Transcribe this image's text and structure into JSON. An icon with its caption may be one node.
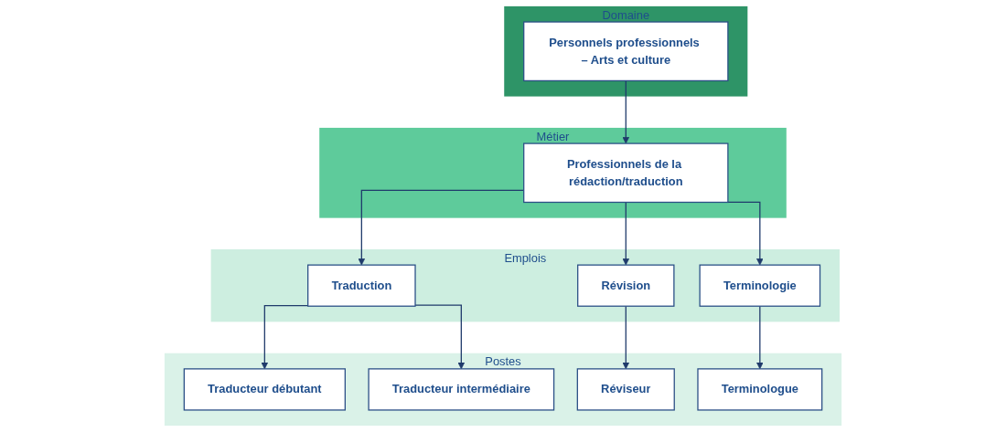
{
  "diagram": {
    "nodes": [
      {
        "text": [
          "Domaine"
        ]
      },
      {
        "text": [
          "Personnels professionnels – Arts et culture"
        ],
        "in": 0
      },
      {
        "text": [
          "Métier"
        ]
      },
      {
        "text": [
          "Professionnels de la rédaction/traduction"
        ],
        "in": 2
      },
      {
        "text": [
          "Emplois"
        ]
      },
      {
        "text": [
          "Traduction"
        ],
        "in": 4
      },
      {
        "text": [
          "Révision"
        ],
        "in": 4
      },
      {
        "text": [
          "Terminologie"
        ],
        "in": 4
      },
      {
        "text": [
          "Postes"
        ]
      },
      {
        "text": [
          "Traducteur débutant"
        ],
        "in": 8
      },
      {
        "text": [
          "Traducteur intermédiaire"
        ],
        "in": 8
      },
      {
        "text": [
          "Réviseur"
        ],
        "in": 8
      },
      {
        "text": [
          "Terminologue"
        ],
        "in": 8
      }
    ],
    "edges": [
      {
        "from": 1,
        "to": 3,
        "arrow": "to"
      },
      {
        "from": 3,
        "to": 5,
        "arrow": "to"
      },
      {
        "from": 3,
        "to": 6,
        "arrow": "to"
      },
      {
        "from": 3,
        "to": 7,
        "arrow": "to"
      },
      {
        "from": 5,
        "to": 9,
        "arrow": "to"
      },
      {
        "from": 5,
        "to": 10,
        "arrow": "to"
      },
      {
        "from": 6,
        "to": 11,
        "arrow": "to"
      },
      {
        "from": 7,
        "to": 12,
        "arrow": "to"
      }
    ]
  }
}
